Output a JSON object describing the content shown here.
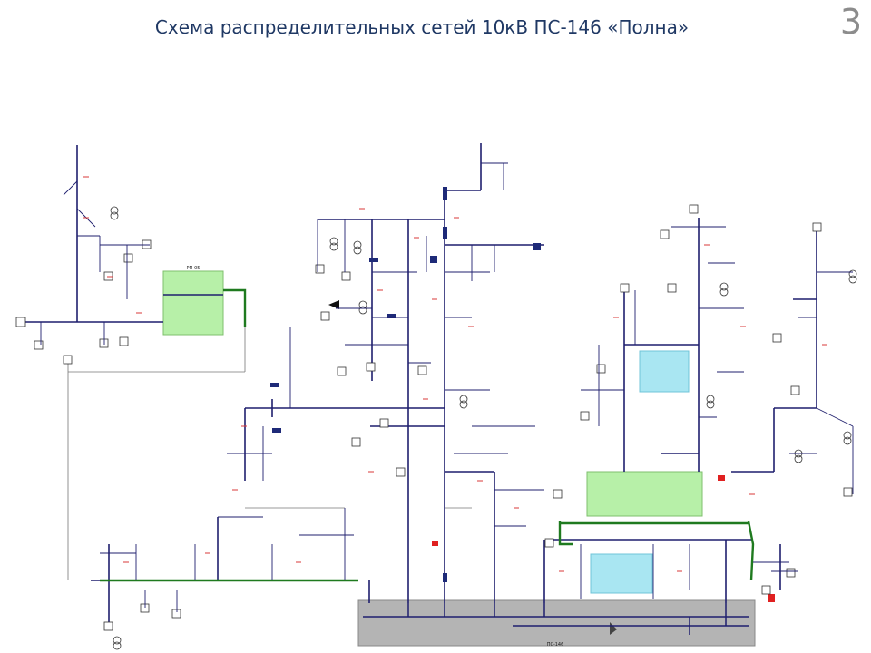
{
  "slide": {
    "title": "Схема распределительных сетей 10кВ ПС-146 «Полна»",
    "page_number": "3"
  },
  "scheme": {
    "labels": {
      "rp05": "РП-05",
      "substation_bus": "ПС-146"
    },
    "colors": {
      "line": "#1f1f6e",
      "cable_green": "#1f7a1f",
      "rp_fill": "#b7f0a8",
      "blue_fill": "#a9e6f2",
      "bus_fill": "#b4b4b4",
      "red_marks": "#d93a3a",
      "alarm_red": "#e02020"
    }
  }
}
